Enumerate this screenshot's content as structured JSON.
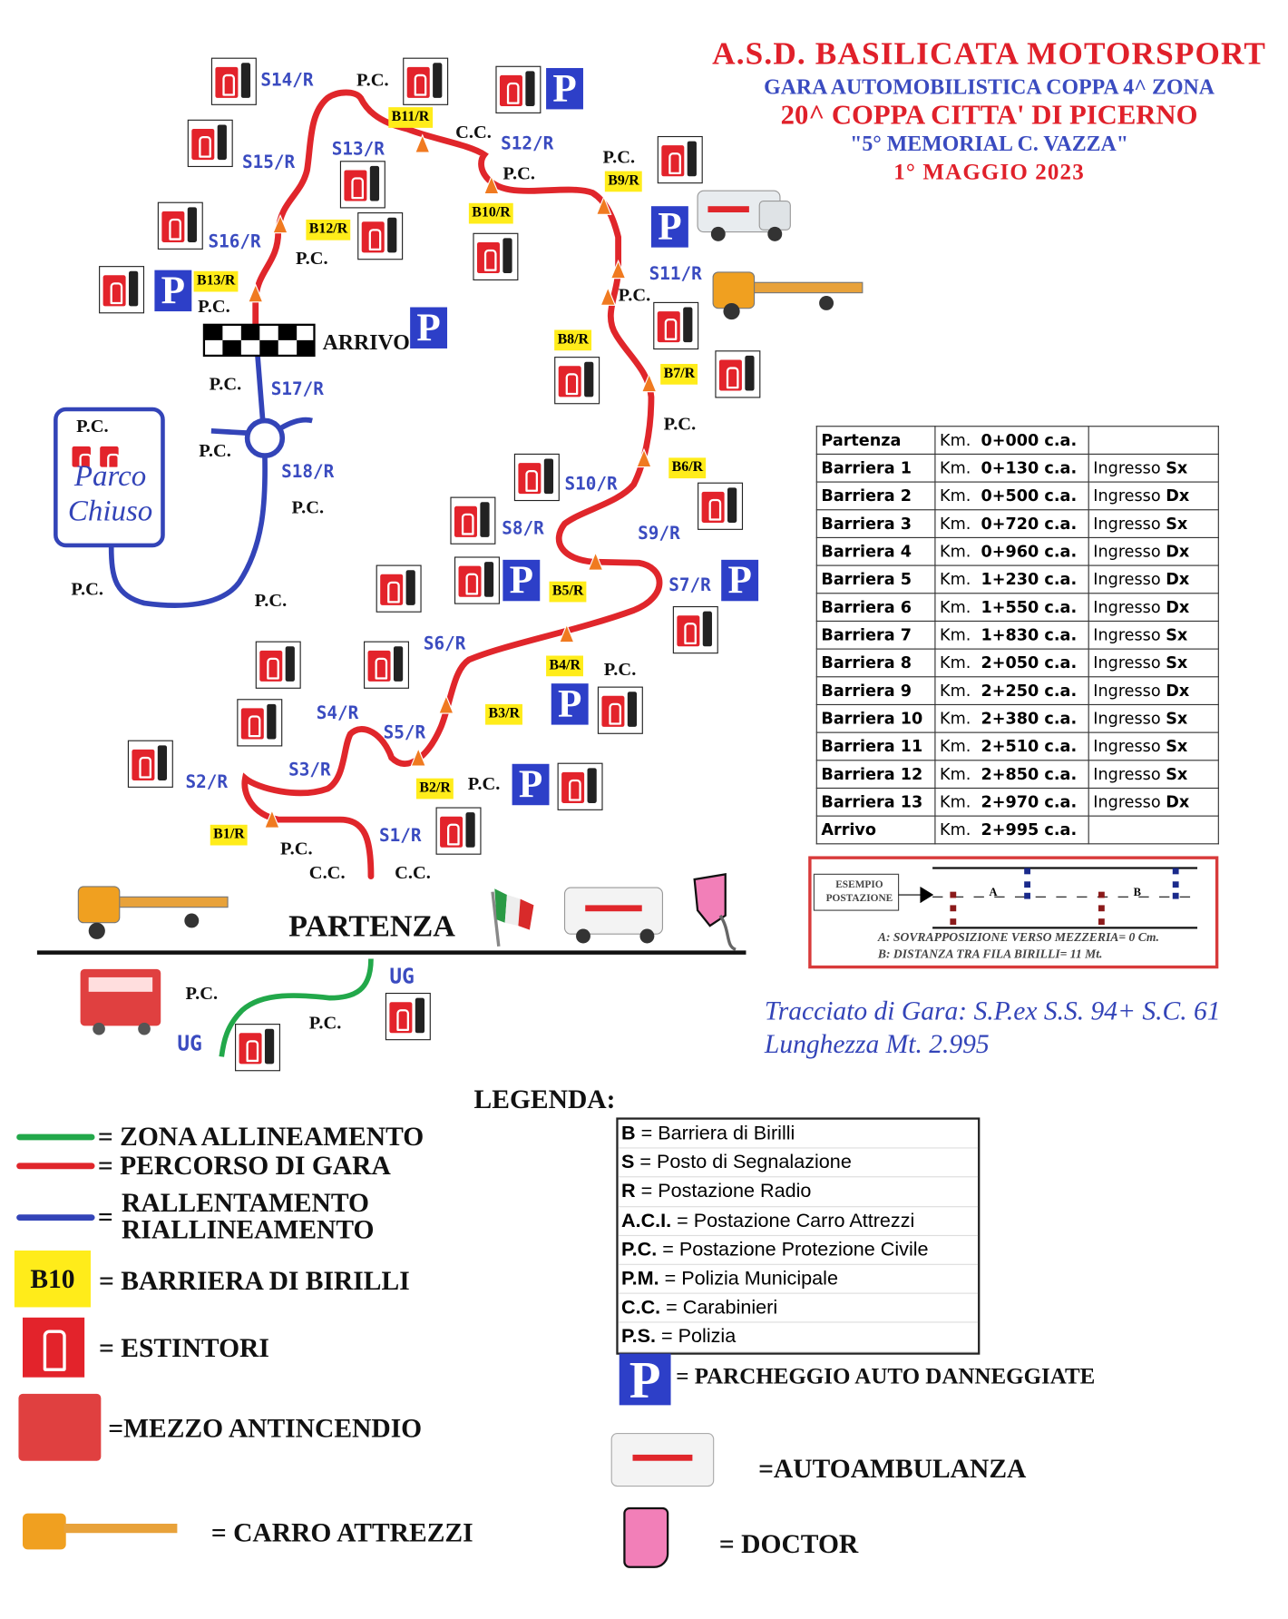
{
  "header": {
    "org": "A.S.D. BASILICATA MOTORSPORT",
    "event": "GARA AUTOMOBILISTICA COPPA 4^ ZONA",
    "edition": "20^ COPPA CITTA' DI PICERNO",
    "memorial": "\"5° MEMORIAL C. VAZZA\"",
    "date": "1° MAGGIO 2023"
  },
  "map": {
    "sectors": [
      "S1/R",
      "S2/R",
      "S3/R",
      "S4/R",
      "S5/R",
      "S6/R",
      "S7/R",
      "S8/R",
      "S9/R",
      "S10/R",
      "S11/R",
      "S12/R",
      "S13/R",
      "S14/R",
      "S15/R",
      "S16/R",
      "S17/R",
      "S18/R"
    ],
    "barriers": [
      "B1/R",
      "B2/R",
      "B3/R",
      "B4/R",
      "B5/R",
      "B6/R",
      "B7/R",
      "B8/R",
      "B9/R",
      "B10/R",
      "B11/R",
      "B12/R",
      "B13/R"
    ],
    "pc": "P.C.",
    "cc": "C.C.",
    "ug": "UG",
    "arrivo": "ARRIVO",
    "partenza": "PARTENZA",
    "parco_chiuso": "Parco Chiuso",
    "parking": "P"
  },
  "distances": [
    {
      "name": "Partenza",
      "km": "Km.",
      "value": "0+000 c.a.",
      "entry": "",
      "side": ""
    },
    {
      "name": "Barriera 1",
      "km": "Km.",
      "value": "0+130 c.a.",
      "entry": "Ingresso",
      "side": "Sx"
    },
    {
      "name": "Barriera 2",
      "km": "Km.",
      "value": "0+500 c.a.",
      "entry": "Ingresso",
      "side": "Dx"
    },
    {
      "name": "Barriera 3",
      "km": "Km.",
      "value": "0+720 c.a.",
      "entry": "Ingresso",
      "side": "Sx"
    },
    {
      "name": "Barriera 4",
      "km": "Km.",
      "value": "0+960 c.a.",
      "entry": "Ingresso",
      "side": "Dx"
    },
    {
      "name": "Barriera 5",
      "km": "Km.",
      "value": "1+230 c.a.",
      "entry": "Ingresso",
      "side": "Dx"
    },
    {
      "name": "Barriera 6",
      "km": "Km.",
      "value": "1+550 c.a.",
      "entry": "Ingresso",
      "side": "Dx"
    },
    {
      "name": "Barriera 7",
      "km": "Km.",
      "value": "1+830 c.a.",
      "entry": "Ingresso",
      "side": "Sx"
    },
    {
      "name": "Barriera 8",
      "km": "Km.",
      "value": "2+050 c.a.",
      "entry": "Ingresso",
      "side": "Sx"
    },
    {
      "name": "Barriera 9",
      "km": "Km.",
      "value": "2+250 c.a.",
      "entry": "Ingresso",
      "side": "Dx"
    },
    {
      "name": "Barriera 10",
      "km": "Km.",
      "value": "2+380 c.a.",
      "entry": "Ingresso",
      "side": "Sx"
    },
    {
      "name": "Barriera 11",
      "km": "Km.",
      "value": "2+510 c.a.",
      "entry": "Ingresso",
      "side": "Sx"
    },
    {
      "name": "Barriera 12",
      "km": "Km.",
      "value": "2+850 c.a.",
      "entry": "Ingresso",
      "side": "Sx"
    },
    {
      "name": "Barriera 13",
      "km": "Km.",
      "value": "2+970 c.a.",
      "entry": "Ingresso",
      "side": "Dx"
    },
    {
      "name": "Arrivo",
      "km": "Km.",
      "value": "2+995 c.a.",
      "entry": "",
      "side": ""
    }
  ],
  "example": {
    "title1": "ESEMPIO",
    "title2": "POSTAZIONE",
    "a": "A",
    "b": "B",
    "note_a": "A: SOVRAPPOSIZIONE VERSO MEZZERIA= 0 Cm.",
    "note_b": "B: DISTANZA TRA FILA BIRILLI= 11 Mt."
  },
  "route": {
    "line1": "Tracciato di Gara: S.P.ex S.S. 94+ S.C. 61",
    "line2": "Lunghezza Mt. 2.995"
  },
  "legend": {
    "title": "LEGENDA:",
    "green": "= ZONA ALLINEAMENTO",
    "red": "= PERCORSO DI GARA",
    "blue_eq": "=",
    "blue1": "RALLENTAMENTO",
    "blue2": "RIALLINEAMENTO",
    "b10": "B10",
    "barrier": "= BARRIERA DI BIRILLI",
    "extinguisher": "= ESTINTORI",
    "fire": "=MEZZO ANTINCENDIO",
    "tow": "= CARRO ATTREZZI",
    "parking": "= PARCHEGGIO AUTO DANNEGGIATE",
    "ambulance": "=AUTOAMBULANZA",
    "doctor": "= DOCTOR",
    "abbrev": [
      {
        "k": "B",
        "v": "= Barriera di Birilli"
      },
      {
        "k": "S",
        "v": "= Posto di Segnalazione"
      },
      {
        "k": "R",
        "v": "= Postazione Radio"
      },
      {
        "k": "A.C.I.",
        "v": "= Postazione Carro Attrezzi"
      },
      {
        "k": "P.C.",
        "v": "= Postazione Protezione Civile"
      },
      {
        "k": "P.M.",
        "v": "= Polizia Municipale"
      },
      {
        "k": "C.C.",
        "v": "= Carabinieri"
      },
      {
        "k": "P.S.",
        "v": "= Polizia"
      }
    ]
  },
  "colors": {
    "race": "#e0262b",
    "align": "#22a84a",
    "slow": "#3344b8",
    "barrier": "#ffec1a",
    "parking": "#2d3fc8"
  }
}
